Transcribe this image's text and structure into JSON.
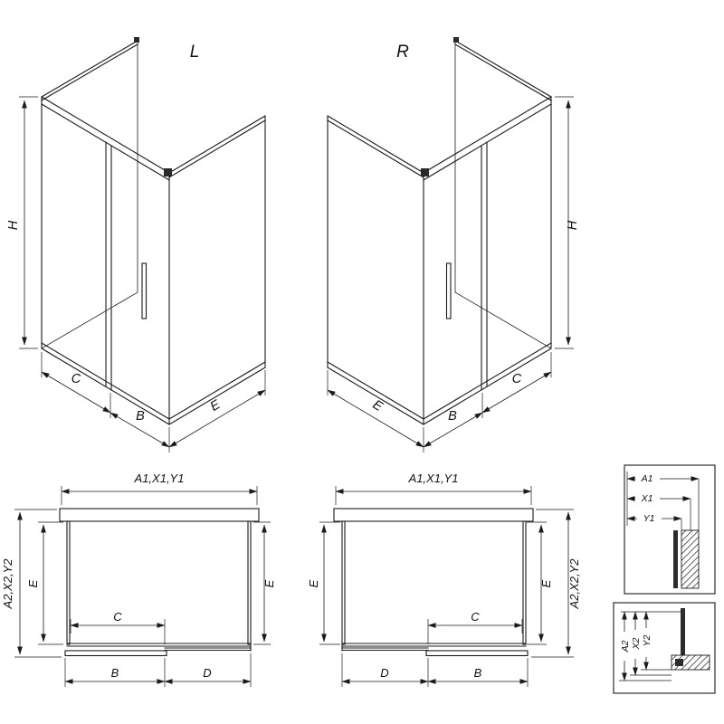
{
  "drawing": {
    "kind": "shower-enclosure-technical-drawing"
  },
  "iso_left": {
    "variant_label": "L",
    "height": "H",
    "front_fixed": "C",
    "door": "B",
    "side": "E"
  },
  "iso_right": {
    "variant_label": "R",
    "height": "H",
    "front_fixed": "C",
    "door": "B",
    "side": "E"
  },
  "plan_left": {
    "width_top": "A1,X1,Y1",
    "depth_outer": "A2,X2,Y2",
    "depth_left": "E",
    "depth_right": "E",
    "opening": "C",
    "door": "B",
    "fixed": "D"
  },
  "plan_right": {
    "width_top": "A1,X1,Y1",
    "depth_left": "E",
    "depth_right": "E",
    "depth_outer": "A2,X2,Y2",
    "opening": "C",
    "fixed": "D",
    "door": "B"
  },
  "detail_width": {
    "dims": [
      "A1",
      "X1",
      "Y1"
    ]
  },
  "detail_depth": {
    "dims": [
      "A2",
      "X2",
      "Y2"
    ]
  },
  "colors": {
    "line": "#1a1a1a",
    "wall": "#3d3d3d",
    "background": "#ffffff"
  }
}
